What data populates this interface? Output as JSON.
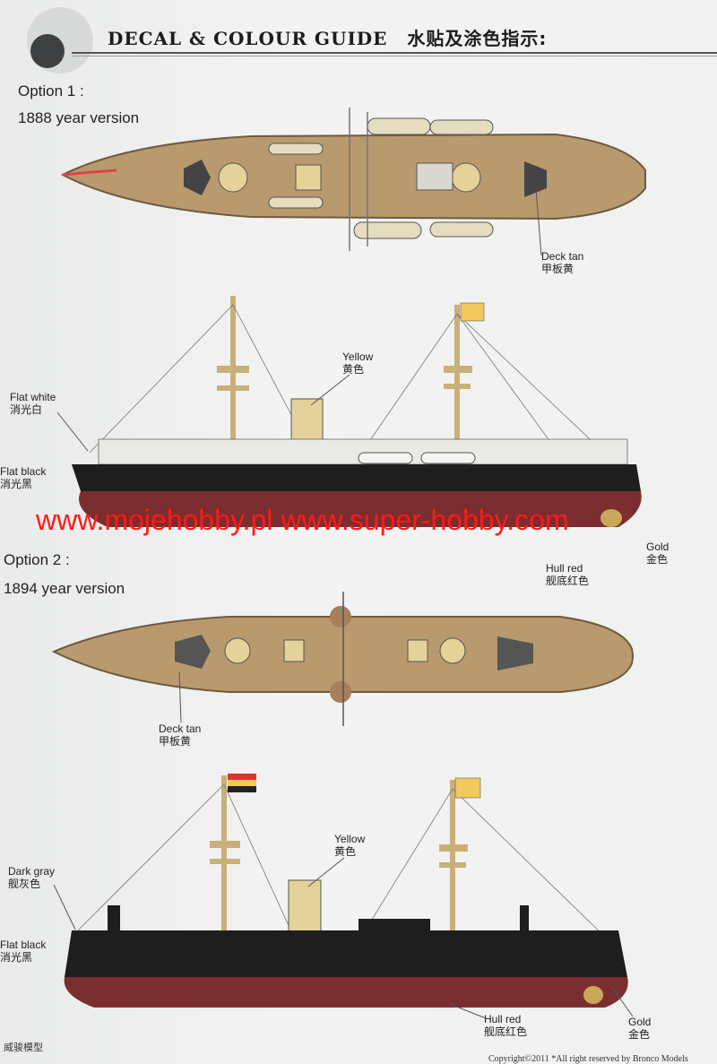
{
  "header": {
    "title": "DECAL & COLOUR GUIDE",
    "title_cn": "水贴及涂色指示:"
  },
  "option1": {
    "label": "Option 1 :",
    "version": "1888 year version",
    "labels": {
      "deck_tan": "Deck tan",
      "deck_tan_cn": "甲板黄",
      "yellow": "Yellow",
      "yellow_cn": "黄色",
      "flat_white": "Flat white",
      "flat_white_cn": "消光白",
      "flat_black": "Flat black",
      "flat_black_cn": "消光黑",
      "gold": "Gold",
      "gold_cn": "金色",
      "hull_red": "Hull red",
      "hull_red_cn": "舰底红色"
    }
  },
  "option2": {
    "label": "Option 2 :",
    "version": "1894 year version",
    "labels": {
      "deck_tan": "Deck tan",
      "deck_tan_cn": "甲板黄",
      "yellow": "Yellow",
      "yellow_cn": "黄色",
      "dark_gray": "Dark gray",
      "dark_gray_cn": "舰灰色",
      "flat_black": "Flat black",
      "flat_black_cn": "消光黑",
      "hull_red": "Hull red",
      "hull_red_cn": "舰底红色",
      "gold": "Gold",
      "gold_cn": "金色"
    }
  },
  "watermark": "www.mojehobby.pl www.super-hobby.com",
  "footer": {
    "left": "威骏模型",
    "right": "Copyright©2011 *All right reserved by Bronco Models"
  },
  "colors": {
    "deck_tan": "#b89a6e",
    "hull_red": "#7a2e2f",
    "flat_black": "#1e1e1e",
    "dark_gray": "#5b5d5e",
    "yellow": "#e4d29a",
    "gold": "#c9a85a",
    "watermark_red": "#ff1a1a"
  }
}
